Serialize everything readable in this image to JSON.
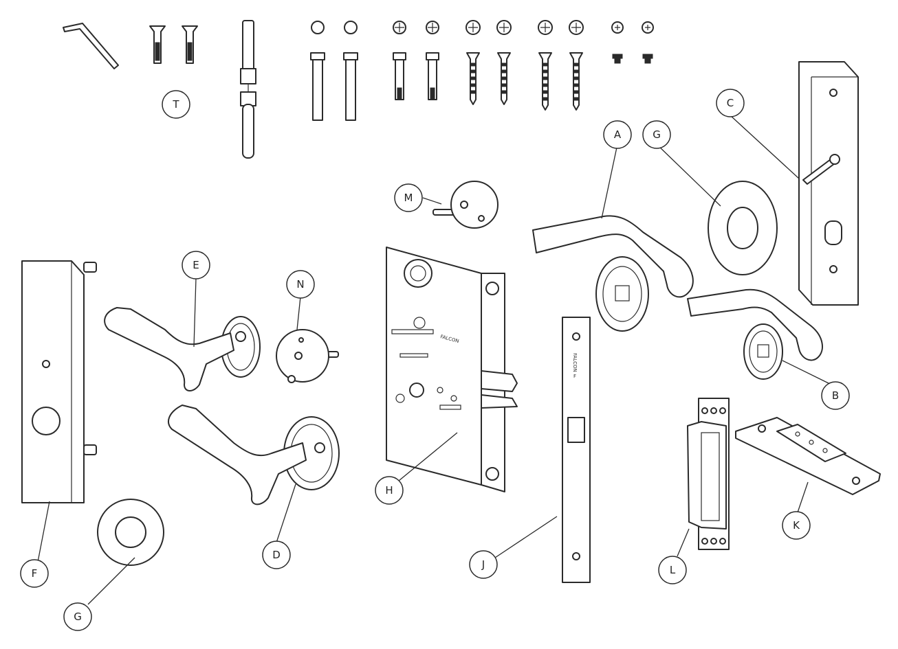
{
  "callouts": {
    "T": "T",
    "M": "M",
    "A": "A",
    "G_top": "G",
    "C": "C",
    "E": "E",
    "N": "N",
    "B": "B",
    "H": "H",
    "F": "F",
    "D": "D",
    "J": "J",
    "L": "L",
    "K": "K",
    "G_bottom": "G"
  }
}
